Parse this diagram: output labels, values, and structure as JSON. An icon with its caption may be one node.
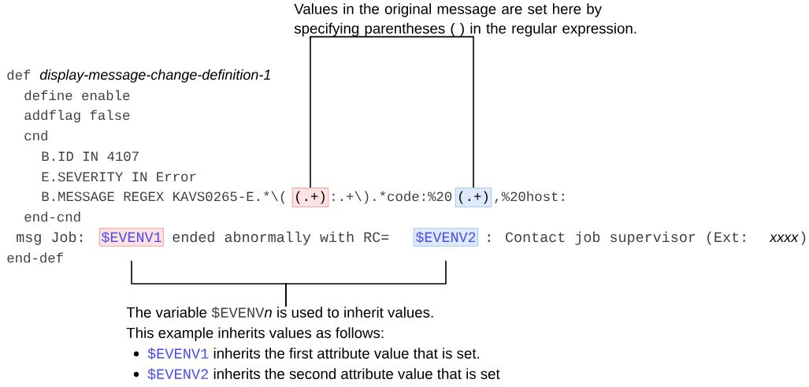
{
  "diagram": {
    "nodes": [
      {
        "text": [
          "Values in the original message are set here by specifying parentheses ( ) in the regular expression."
        ]
      },
      {
        "text": [
          "(.+)"
        ]
      },
      {
        "text": [
          "(.+)"
        ]
      },
      {
        "text": [
          "$EVENV1"
        ]
      },
      {
        "text": [
          "$EVENV2"
        ]
      },
      {
        "text": [
          "The variable",
          "$EVENV",
          "n",
          "is used to inherit values.",
          "This example inherits values as follows:",
          "$EVENV1",
          "inherits the first attribute value that is set.",
          "$EVENV2",
          "inherits the second attribute value that is set"
        ]
      }
    ],
    "edges": [
      {
        "from": 0,
        "to": 1,
        "arrow": "none"
      },
      {
        "from": 0,
        "to": 2,
        "arrow": "none"
      },
      {
        "from": 5,
        "to": 3,
        "arrow": "none"
      },
      {
        "from": 5,
        "to": 4,
        "arrow": "none"
      }
    ],
    "labels": [
      "def",
      "display-message-change-definition-1",
      "define enable",
      "addflag false",
      "cnd",
      "B.ID IN 4107",
      "E.SEVERITY IN Error",
      "B.MESSAGE REGEX KAVS0265-E.*\\(",
      ":.+\\).*code:%20",
      ",%20host:",
      "end-cnd",
      "msg Job:",
      "ended abnormally with RC=",
      ": Contact job supervisor (Ext:",
      "xxxx",
      ")",
      "end-def"
    ]
  }
}
